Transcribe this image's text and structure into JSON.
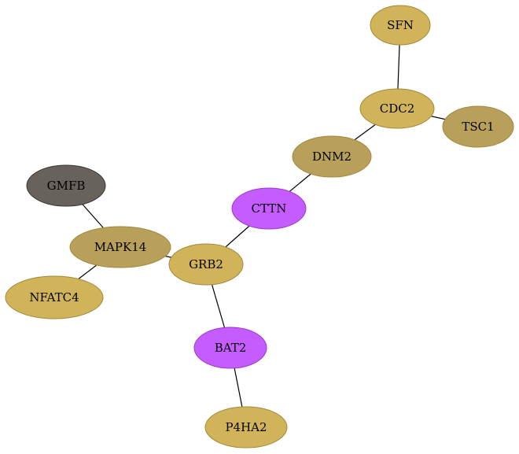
{
  "colors": {
    "gold": "#d1b35a",
    "tan": "#b9a05a",
    "purple": "#c45cff",
    "dark": "#67625b",
    "node_stroke": "#a08a3c",
    "purple_stroke": "#9a3ad0",
    "dark_stroke": "#3a3632"
  },
  "nodes": [
    {
      "id": "SFN",
      "label": "SFN",
      "color_key": "gold"
    },
    {
      "id": "CDC2",
      "label": "CDC2",
      "color_key": "gold"
    },
    {
      "id": "TSC1",
      "label": "TSC1",
      "color_key": "tan"
    },
    {
      "id": "DNM2",
      "label": "DNM2",
      "color_key": "tan"
    },
    {
      "id": "CTTN",
      "label": "CTTN",
      "color_key": "purple"
    },
    {
      "id": "GMFB",
      "label": "GMFB",
      "color_key": "dark"
    },
    {
      "id": "MAPK14",
      "label": "MAPK14",
      "color_key": "tan"
    },
    {
      "id": "GRB2",
      "label": "GRB2",
      "color_key": "gold"
    },
    {
      "id": "NFATC4",
      "label": "NFATC4",
      "color_key": "gold"
    },
    {
      "id": "BAT2",
      "label": "BAT2",
      "color_key": "purple"
    },
    {
      "id": "P4HA2",
      "label": "P4HA2",
      "color_key": "gold"
    }
  ],
  "edges": [
    {
      "source": "SFN",
      "target": "CDC2"
    },
    {
      "source": "CDC2",
      "target": "TSC1"
    },
    {
      "source": "CDC2",
      "target": "DNM2"
    },
    {
      "source": "DNM2",
      "target": "CTTN"
    },
    {
      "source": "CTTN",
      "target": "GRB2"
    },
    {
      "source": "GMFB",
      "target": "MAPK14"
    },
    {
      "source": "MAPK14",
      "target": "GRB2"
    },
    {
      "source": "MAPK14",
      "target": "NFATC4"
    },
    {
      "source": "GRB2",
      "target": "BAT2"
    },
    {
      "source": "BAT2",
      "target": "P4HA2"
    }
  ]
}
